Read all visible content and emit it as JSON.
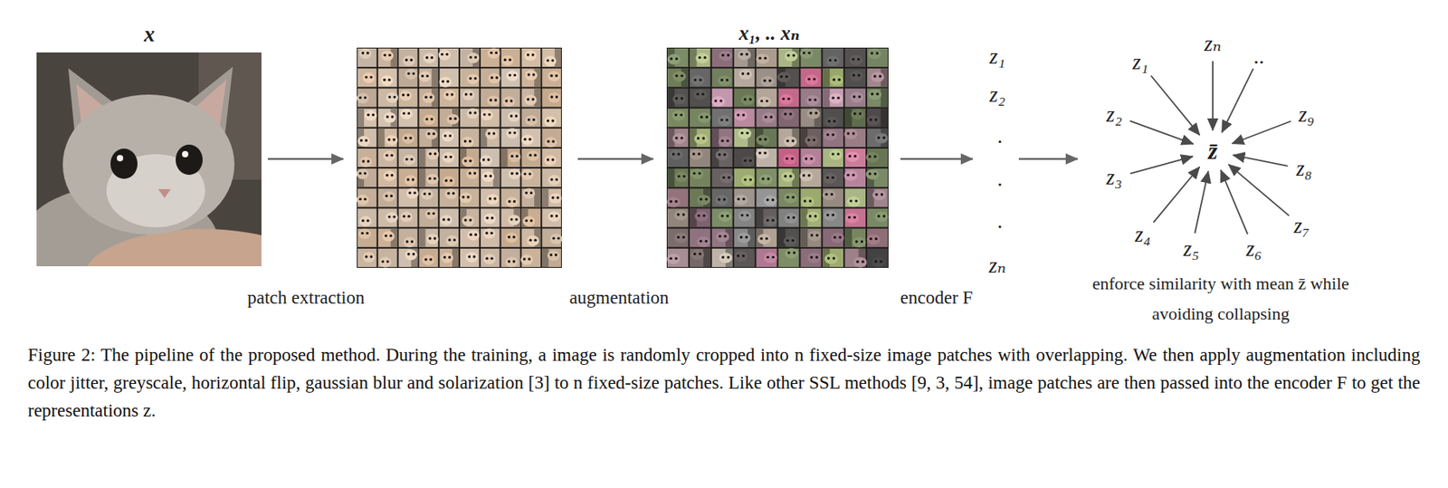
{
  "diagram": {
    "caption": "Figure 2: The pipeline of the proposed method. During the training, a image is randomly cropped into n fixed-size image patches with overlapping. We then apply augmentation including color jitter, greyscale, horizontal flip, gaussian blur and solarization [3] to n fixed-size patches. Like other SSL methods [9, 3, 54], image patches are then passed into the encoder F to get the representations z.",
    "nodes": [
      {
        "text": [
          "x"
        ]
      },
      {
        "text": [
          "x₁, .. xₙ"
        ]
      },
      {
        "text": [
          "z₁",
          "z₂",
          ".",
          ".",
          ".",
          "zₙ"
        ]
      },
      {
        "text": [
          "z̄",
          "z₁",
          "zₙ",
          "..",
          "z₂",
          "z₉",
          "z₃",
          "z₈",
          "z₄",
          "z₅",
          "z₆",
          "z₇",
          "enforce similarity with mean z̄ while avoiding collapsing"
        ]
      }
    ],
    "edges": [
      {
        "from": 1,
        "to": 2,
        "arrow": "to",
        "label": "encoder F"
      },
      {
        "from": 2,
        "to": 3,
        "arrow": "to"
      }
    ],
    "labels": [
      "patch extraction",
      "augmentation"
    ]
  }
}
